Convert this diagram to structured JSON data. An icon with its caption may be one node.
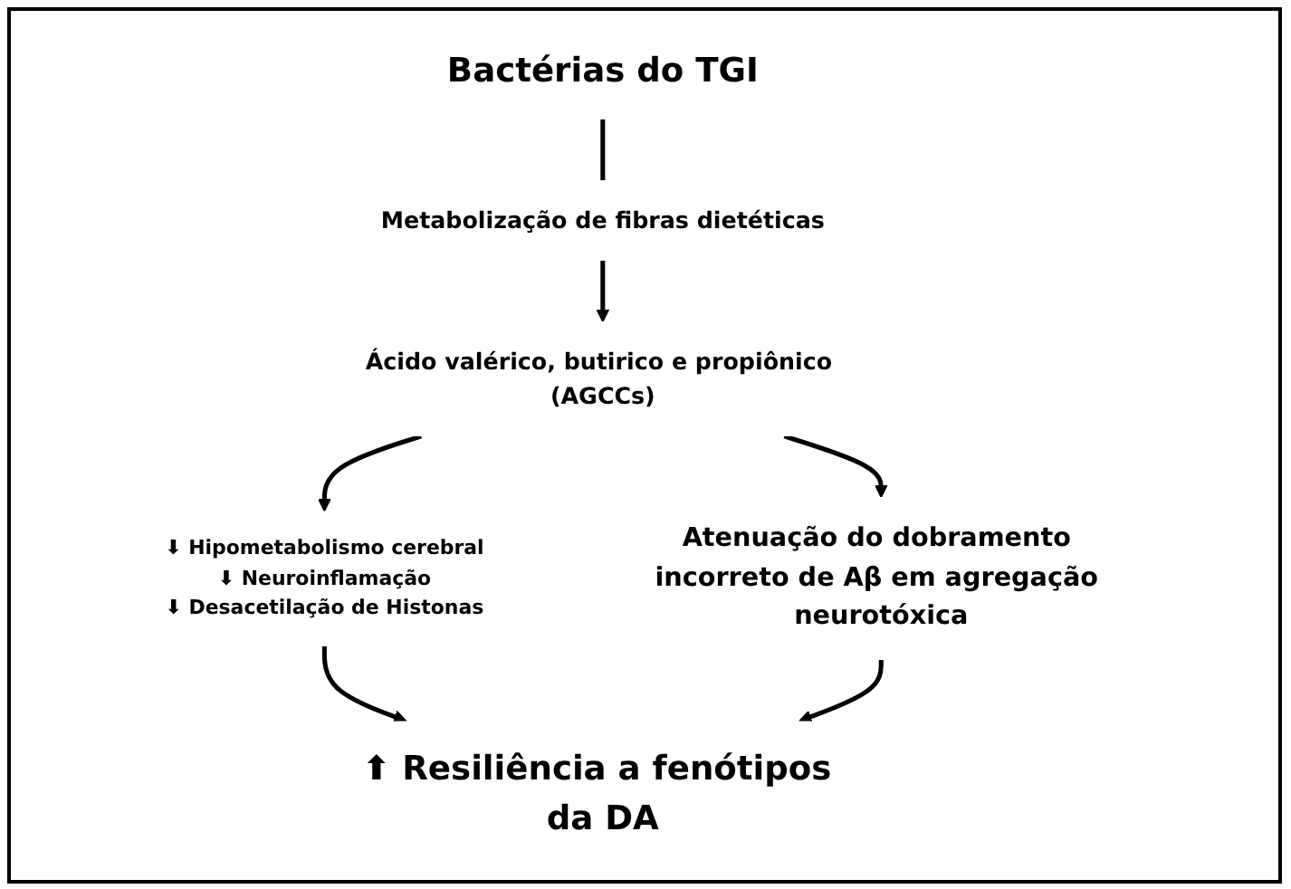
{
  "diagram": {
    "nodes": [
      {
        "text": [
          "Bactérias do TGI"
        ]
      },
      {
        "text": [
          "Metabolização de fibras dietéticas"
        ]
      },
      {
        "text": [
          "Ácido valérico, butirico e propiônico (AGCCs)"
        ]
      },
      {
        "text": [
          "⬇ Hipometabolismo cerebral",
          "⬇ Neuroinflamação",
          "⬇ Desacetilação de Histonas"
        ]
      },
      {
        "text": [
          "Atenuação do dobramento incorreto de Aβ em agregação neurotóxica"
        ]
      },
      {
        "text": [
          "⬆ Resiliência a fenótipos da DA"
        ]
      }
    ],
    "edges": [
      {
        "from": 0,
        "to": 1,
        "arrow": "none"
      },
      {
        "from": 1,
        "to": 2,
        "arrow": "to"
      },
      {
        "from": 2,
        "to": 3,
        "arrow": "to"
      },
      {
        "from": 2,
        "to": 4,
        "arrow": "to"
      },
      {
        "from": 3,
        "to": 5,
        "arrow": "to"
      },
      {
        "from": 4,
        "to": 5,
        "arrow": "to"
      }
    ]
  }
}
